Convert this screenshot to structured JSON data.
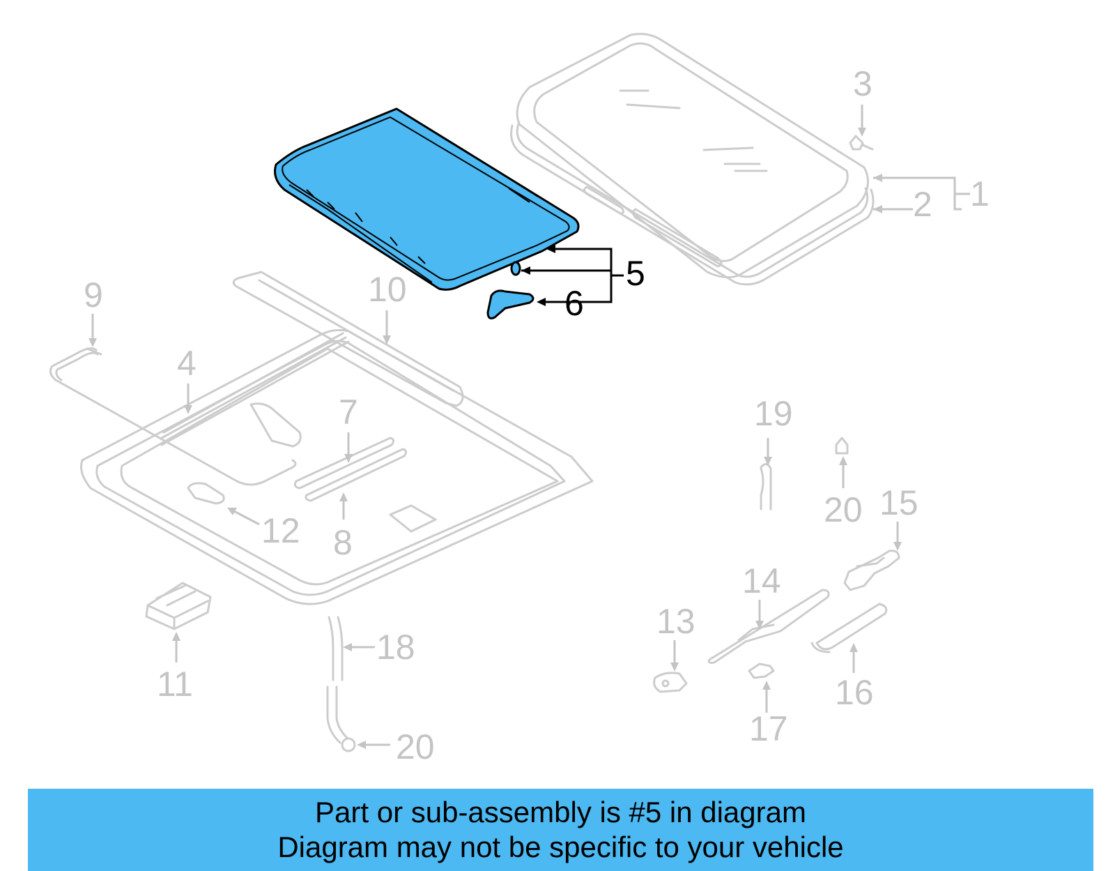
{
  "callouts": {
    "c1": "1",
    "c2": "2",
    "c3": "3",
    "c4": "4",
    "c5": "5",
    "c6": "6",
    "c7": "7",
    "c8": "8",
    "c9": "9",
    "c10": "10",
    "c11": "11",
    "c12": "12",
    "c13": "13",
    "c14": "14",
    "c15": "15",
    "c16": "16",
    "c17": "17",
    "c18": "18",
    "c19": "19",
    "c20a": "20",
    "c20b": "20"
  },
  "caption": {
    "line1": "Part or sub-assembly is #5 in diagram",
    "line2": "Diagram may not be specific to your vehicle"
  },
  "colors": {
    "highlight": "#4cb9f2",
    "ghost_parts": "#cccccc",
    "ghost_labels": "#c4c4c4",
    "active_label": "#000000"
  },
  "highlighted_part": "5"
}
